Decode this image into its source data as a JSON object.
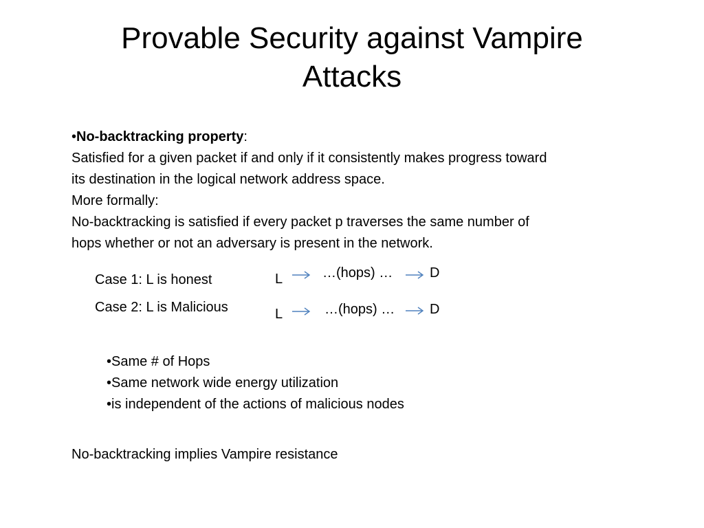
{
  "title": {
    "line1": "Provable Security against Vampire",
    "line2": "Attacks"
  },
  "body": {
    "bullet_marker": "•",
    "property_name": "No-backtracking property",
    "property_colon": ":",
    "lines": [
      "Satisfied for a given packet if and only if it consistently makes progress toward",
      "its destination in the logical network address space.",
      "More formally:",
      "No-backtracking is satisfied if every packet p traverses the same number of",
      "hops whether or not an adversary is present in the network."
    ]
  },
  "cases": [
    {
      "label": "Case 1: L is honest",
      "source": "L",
      "middle": "…(hops) …",
      "dest": "D"
    },
    {
      "label": "Case 2: L is Malicious",
      "source": "L",
      "middle": "…(hops) …",
      "dest": "D"
    }
  ],
  "colors": {
    "arrow": "#4f81bd"
  },
  "bullets": [
    "•Same # of Hops",
    "•Same network wide energy utilization",
    "•is independent of the actions of malicious nodes"
  ],
  "conclusion": "No-backtracking implies Vampire resistance"
}
